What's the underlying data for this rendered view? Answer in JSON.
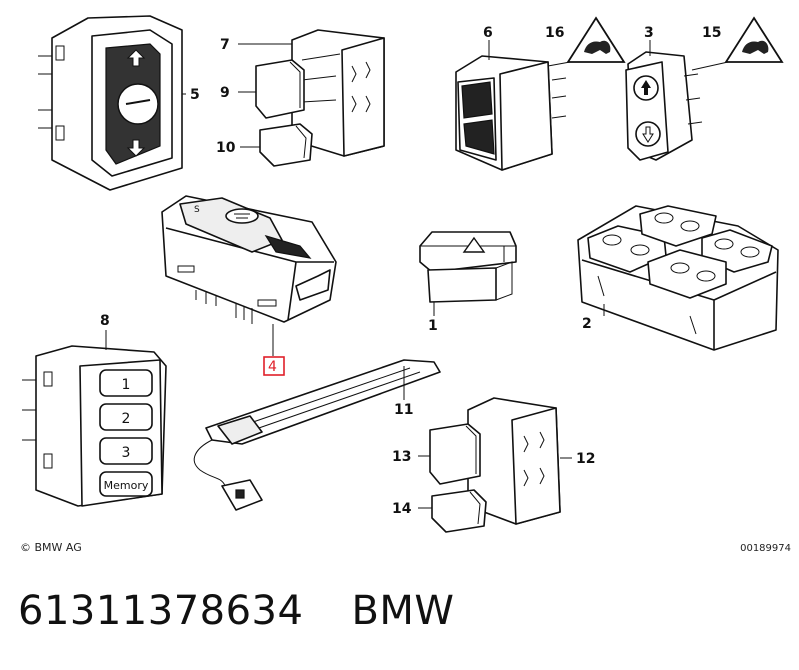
{
  "diagram": {
    "labels": {
      "p1": "1",
      "p2": "2",
      "p3": "3",
      "p4": "4",
      "p5": "5",
      "p6": "6",
      "p7": "7",
      "p8": "8",
      "p9": "9",
      "p10": "10",
      "p11": "11",
      "p12": "12",
      "p13": "13",
      "p14": "14",
      "p15": "15",
      "p16": "16"
    },
    "memory_keys": [
      "1",
      "2",
      "3",
      "Memory"
    ],
    "highlight_color": "#e0202a"
  },
  "footer": {
    "copyright": "© BMW AG",
    "code": "00189974"
  },
  "caption": {
    "part_number": "61311378634",
    "brand": "BMW"
  }
}
